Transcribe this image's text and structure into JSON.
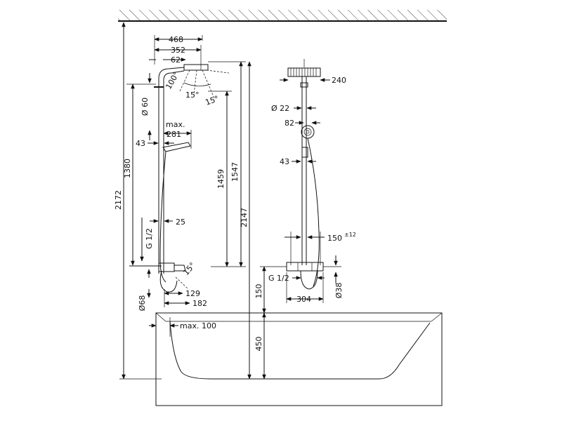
{
  "side_view": {
    "w_468": "468",
    "w_352": "352",
    "w_62": "62",
    "angle_100": "100°",
    "angle_15a": "15°",
    "angle_15b": "15°",
    "dia_60": "Ø 60",
    "max": "max.",
    "w_281": "281",
    "w_43": "43",
    "h_1380": "1380",
    "h_1459": "1459",
    "h_1547": "1547",
    "h_2147": "2147",
    "h_2172": "2172",
    "w_25": "25",
    "thread": "G 1/2",
    "angle_15c": "15°",
    "dia_68": "Ø68",
    "w_129": "129",
    "w_182": "182"
  },
  "front_view": {
    "w_240": "240",
    "dia_22": "Ø 22",
    "w_82": "82",
    "w_43": "43",
    "w_150": "150",
    "tol_12": "±12",
    "thread": "G 1/2",
    "w_304": "304",
    "dia_38": "Ø38"
  },
  "tub": {
    "h_150": "150",
    "h_450": "450",
    "max_100": "max. 100"
  }
}
